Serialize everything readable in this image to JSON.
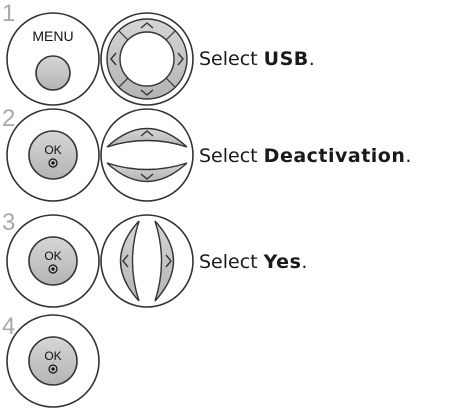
{
  "colors": {
    "outline": "#333333",
    "button_fill": "#c8c8c8",
    "step_number": "#a8a8a8"
  },
  "steps": [
    {
      "number": "1",
      "button": {
        "label": "MENU",
        "icon": "menu-button"
      },
      "nav": "four-way-nav-ring",
      "text": "Select",
      "target": "USB"
    },
    {
      "number": "2",
      "button": {
        "label": "OK",
        "icon": "ok-button"
      },
      "nav": "up-down-nav-keys",
      "text": "Select",
      "target": "Deactivation"
    },
    {
      "number": "3",
      "button": {
        "label": "OK",
        "icon": "ok-button"
      },
      "nav": "left-right-nav-keys",
      "text": "Select",
      "target": "Yes"
    },
    {
      "number": "4",
      "button": {
        "label": "OK",
        "icon": "ok-button"
      }
    }
  ]
}
